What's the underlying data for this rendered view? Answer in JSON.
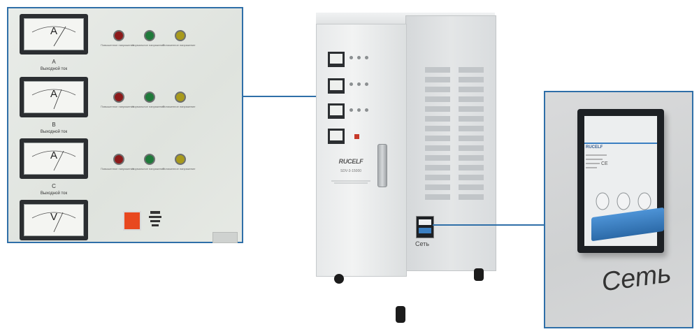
{
  "left_panel": {
    "meters": [
      {
        "unit": "A",
        "phase": "A",
        "phase_caption": "Выходной ток"
      },
      {
        "unit": "A",
        "phase": "B",
        "phase_caption": "Выходной ток"
      },
      {
        "unit": "A",
        "phase": "C",
        "phase_caption": "Выходной ток"
      },
      {
        "unit": "V",
        "phase": "",
        "phase_caption": ""
      }
    ],
    "lamp_captions": [
      "Повышенное напряжение",
      "Нормальное напряжение",
      "Пониженное напряжение"
    ],
    "lamp_colors": {
      "red": "#8c1a1a",
      "green": "#1f7a3a",
      "yellow": "#a89a1c"
    }
  },
  "cabinet": {
    "brand": "RUCELF",
    "model": "SDV-3-15000",
    "network_label": "Сеть"
  },
  "right_panel": {
    "breaker_brand": "RUCELF",
    "breaker_caption": "Сеть"
  },
  "colors": {
    "accent": "#2f6fa8",
    "breaker_handle": "#3b7fc2"
  }
}
